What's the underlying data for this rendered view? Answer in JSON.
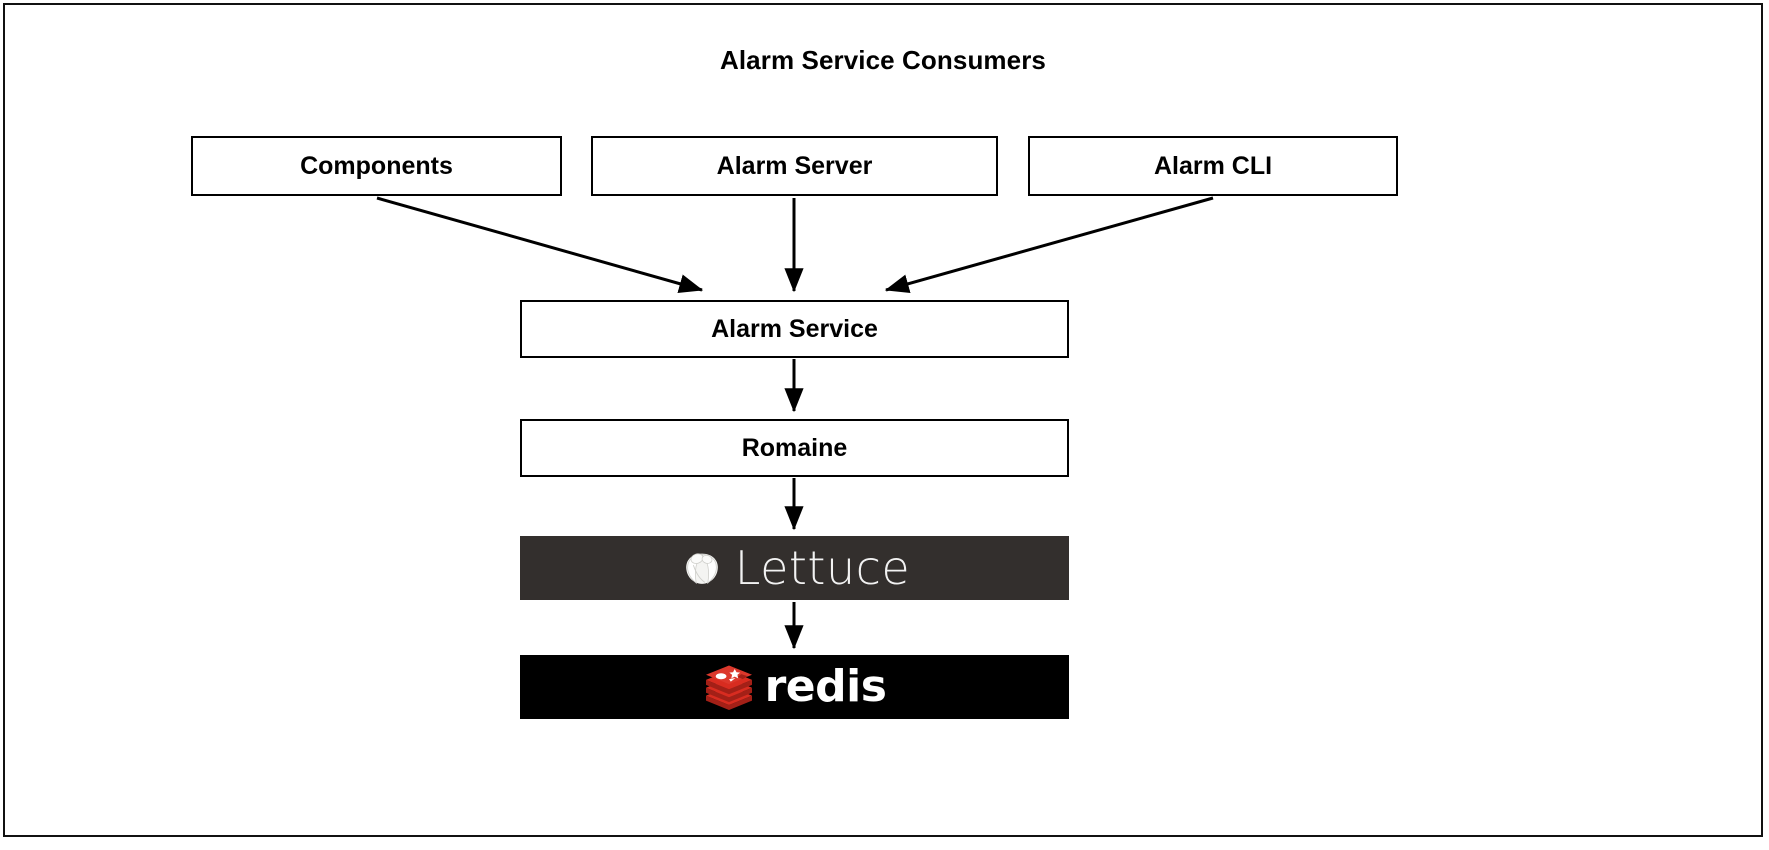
{
  "diagram": {
    "title": "Alarm Service Consumers",
    "background": "#ffffff",
    "border_color": "#111111"
  },
  "consumers": [
    {
      "id": "components",
      "label": "Components"
    },
    {
      "id": "alarm-server",
      "label": "Alarm Server"
    },
    {
      "id": "alarm-cli",
      "label": "Alarm CLI"
    }
  ],
  "stack": [
    {
      "id": "alarm-service",
      "label": "Alarm Service",
      "style": "outline"
    },
    {
      "id": "romaine",
      "label": "Romaine",
      "style": "outline"
    }
  ],
  "logos": [
    {
      "id": "lettuce",
      "label": "Lettuce",
      "icon": "lettuce-icon",
      "background": "#332F2D",
      "text_color": "#f2f2f2"
    },
    {
      "id": "redis",
      "label": "redis",
      "icon": "redis-stack-icon",
      "background": "#000000",
      "text_color": "#ffffff",
      "accent": "#D82C20"
    }
  ],
  "edges": [
    {
      "id": "components-to-alarm-service",
      "from": "Components",
      "to": "Alarm Service",
      "kind": "diagonal-right-down"
    },
    {
      "id": "alarm-server-to-alarm-service",
      "from": "Alarm Server",
      "to": "Alarm Service",
      "kind": "vertical"
    },
    {
      "id": "alarm-cli-to-alarm-service",
      "from": "Alarm CLI",
      "to": "Alarm Service",
      "kind": "diagonal-left-down"
    },
    {
      "id": "alarm-service-to-romaine",
      "from": "Alarm Service",
      "to": "Romaine",
      "kind": "vertical"
    },
    {
      "id": "romaine-to-lettuce",
      "from": "Romaine",
      "to": "Lettuce",
      "kind": "vertical"
    },
    {
      "id": "lettuce-to-redis",
      "from": "Lettuce",
      "to": "redis",
      "kind": "vertical"
    }
  ]
}
